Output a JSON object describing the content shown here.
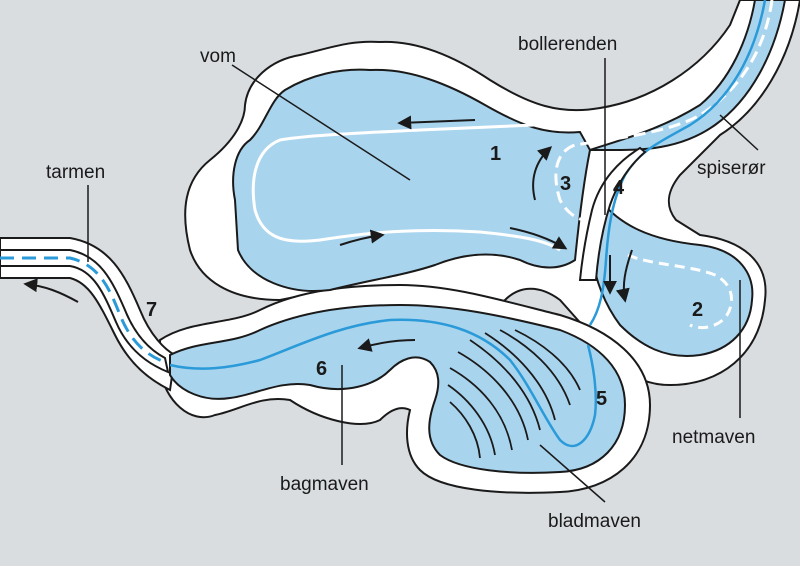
{
  "colors": {
    "background": "#d9dde0",
    "outer_wall": "#ffffff",
    "cavity": "#a9d4ee",
    "cavity_edge": "#1a1a1a",
    "flow_line": "#2a9ad8",
    "flow_white": "#ffffff"
  },
  "labels": {
    "vom": "vom",
    "bollerenden": "bollerenden",
    "spiseror": "spiserør",
    "tarmen": "tarmen",
    "netmaven": "netmaven",
    "bagmaven": "bagmaven",
    "bladmaven": "bladmaven"
  },
  "numbers": {
    "n1": "1",
    "n2": "2",
    "n3": "3",
    "n4": "4",
    "n5": "5",
    "n6": "6",
    "n7": "7"
  }
}
